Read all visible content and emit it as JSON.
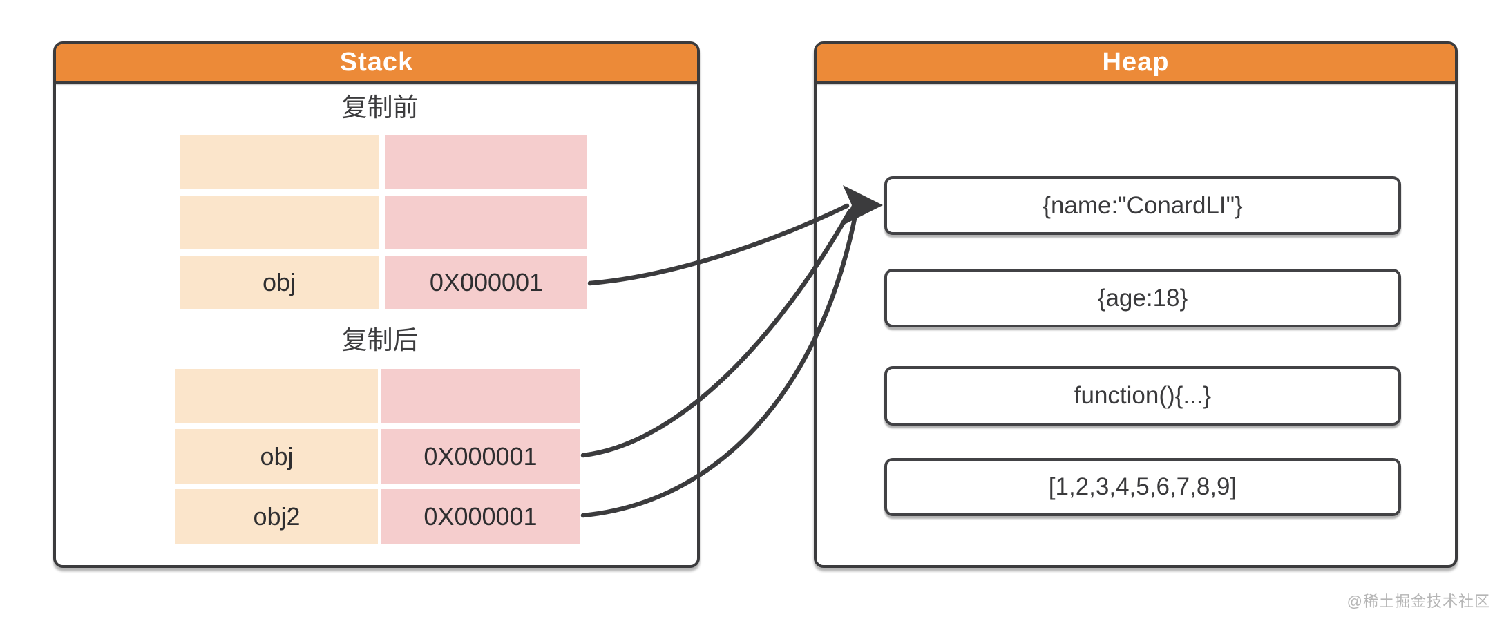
{
  "stack_panel": {
    "title": "Stack",
    "sections": [
      {
        "label": "复制前",
        "rows": [
          {
            "name": "",
            "address": ""
          },
          {
            "name": "",
            "address": ""
          },
          {
            "name": "obj",
            "address": "0X000001"
          }
        ]
      },
      {
        "label": "复制后",
        "rows": [
          {
            "name": "",
            "address": ""
          },
          {
            "name": "obj",
            "address": "0X000001"
          },
          {
            "name": "obj2",
            "address": "0X000001"
          }
        ]
      }
    ]
  },
  "heap_panel": {
    "title": "Heap",
    "objects": [
      {
        "value": "{name:\"ConardLI\"}"
      },
      {
        "value": "{age:18}"
      },
      {
        "value": "function(){...}"
      },
      {
        "value": "[1,2,3,4,5,6,7,8,9]"
      }
    ]
  },
  "watermark": "@稀土掘金技术社区",
  "colors": {
    "header_orange": "#EC8A38",
    "border_dark": "#3B3B3D",
    "cell_orange": "#FBE5CB",
    "cell_pink": "#F5CDCD",
    "text_dark": "#2E2E30",
    "watermark_gray": "#B5B5B5"
  }
}
